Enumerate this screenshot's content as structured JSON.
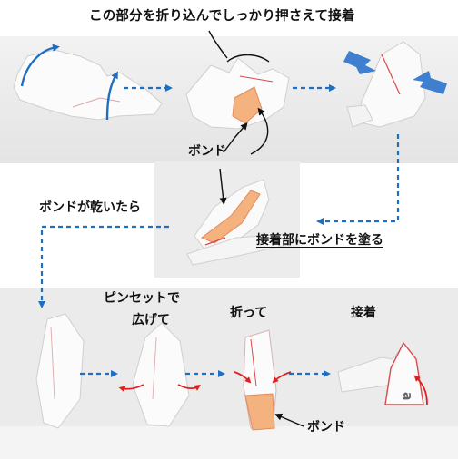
{
  "captions": {
    "top": "この部分を折り込んでしっかり押さえて接着",
    "bond_1": "ボンド",
    "bond_left": "ボンドが乾いたら",
    "apply": "接着部にボンドを塗る",
    "tweezers_1": "ピンセットで",
    "tweezers_2": "広げて",
    "fold": "折って",
    "glue": "接着",
    "bond_2": "ボンド"
  },
  "colors": {
    "arrow_blue": "#1f6fc0",
    "glue_orange": "#f4b27f",
    "edge_red": "#d94b4b",
    "red_arrow": "#e02020",
    "background_band": "#e9e9e9"
  }
}
